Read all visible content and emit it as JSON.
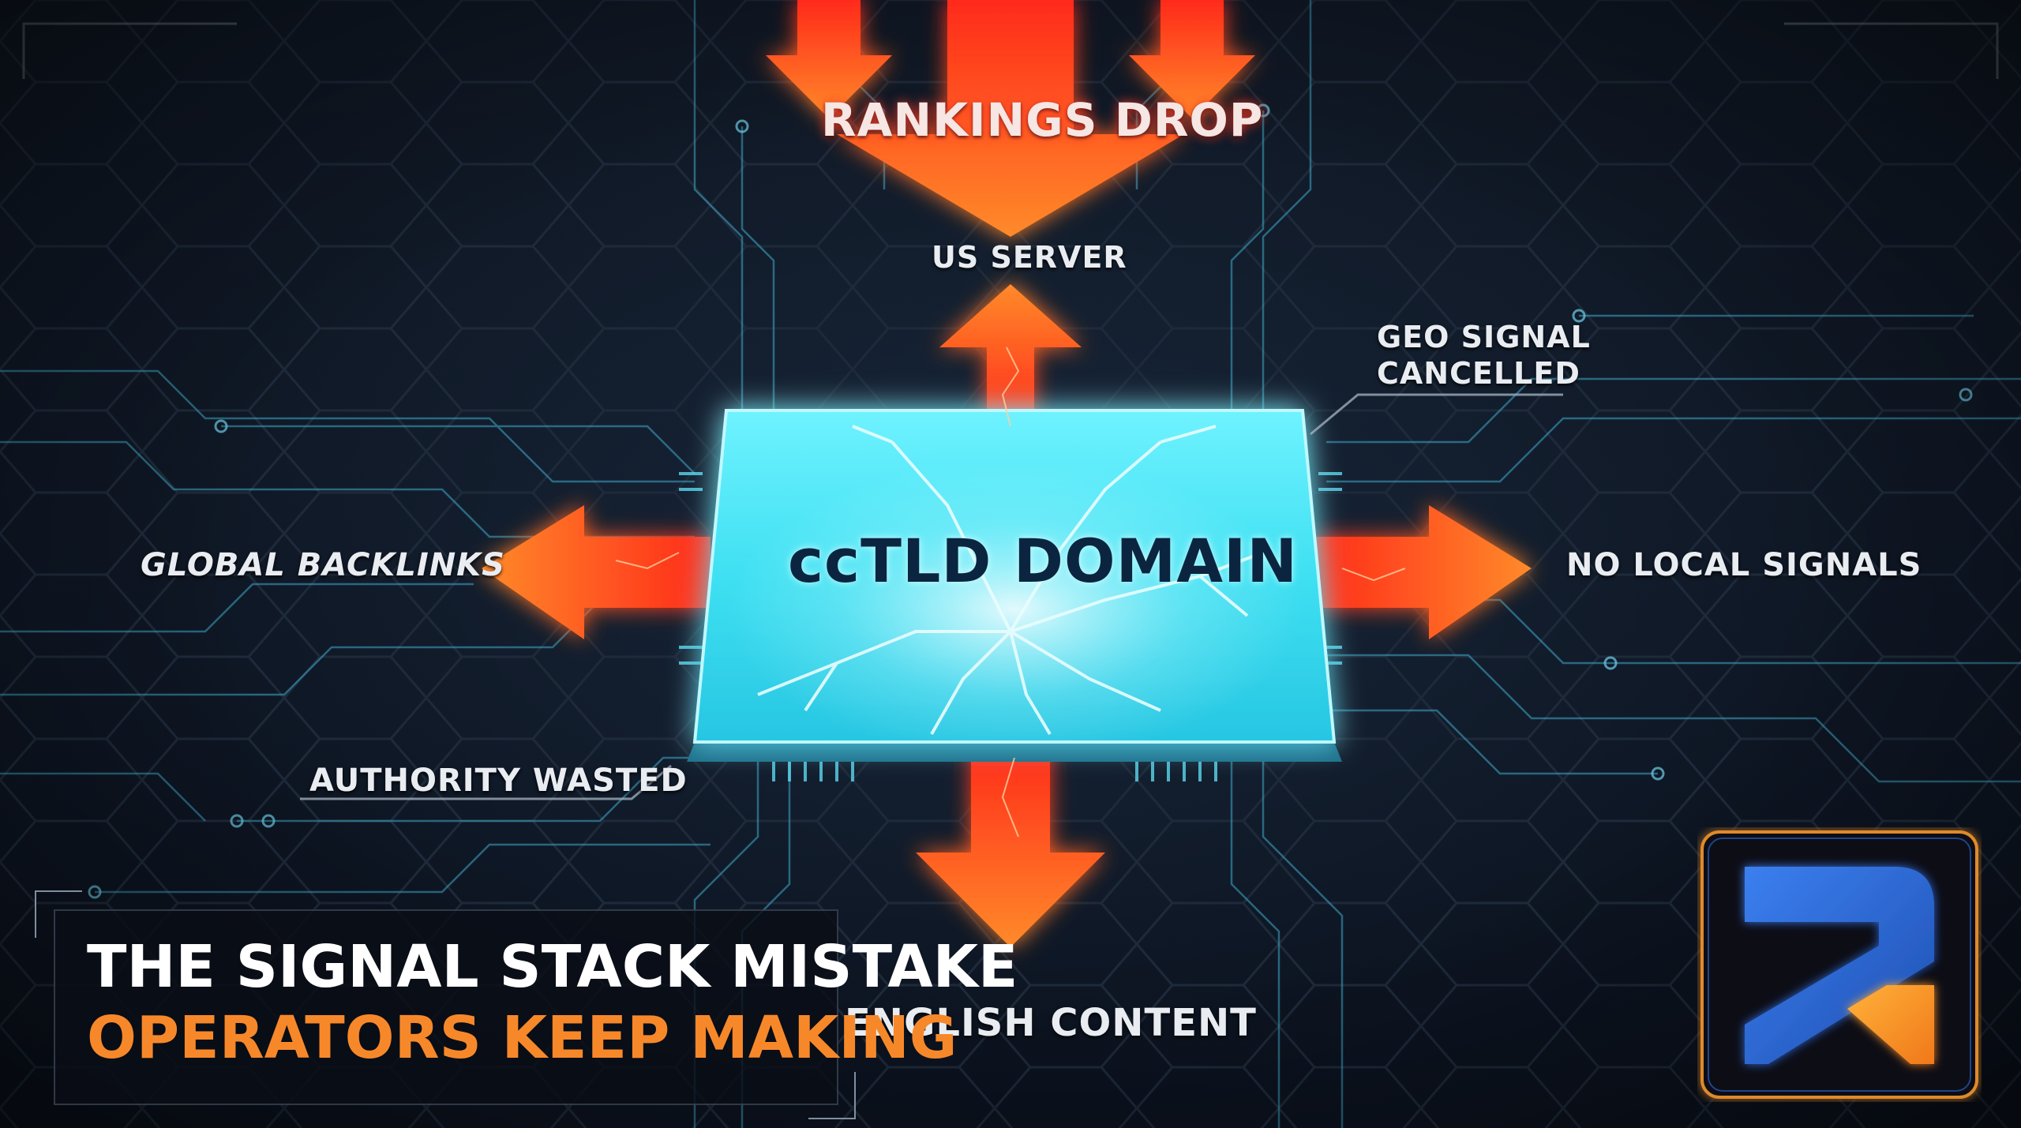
{
  "center": {
    "title": "ccTLD DOMAIN"
  },
  "labels": {
    "rankings_drop": "RANKINGS DROP",
    "us_server": "US SERVER",
    "geo_signal_line1": "GEO SIGNAL",
    "geo_signal_line2": "CANCELLED",
    "global_backlinks": "GLOBAL BACKLINKS",
    "no_local_signals": "NO LOCAL SIGNALS",
    "authority_wasted": "AUTHORITY WASTED",
    "english_content": "ENGLISH CONTENT"
  },
  "title_card": {
    "line1": "THE SIGNAL STACK MISTAKE",
    "line2": "OPERATORS KEEP MAKING"
  },
  "logo": {
    "icon": "r-arrow-logo-icon"
  },
  "colors": {
    "chip": "#46e6f5",
    "arrow": "#ff3a22",
    "arrow_glow": "#ff7a1a",
    "circuit": "#3fa8c8",
    "accent_orange": "#f7882a",
    "logo_blue": "#2a6bd6",
    "logo_orange": "#f49a1a"
  }
}
